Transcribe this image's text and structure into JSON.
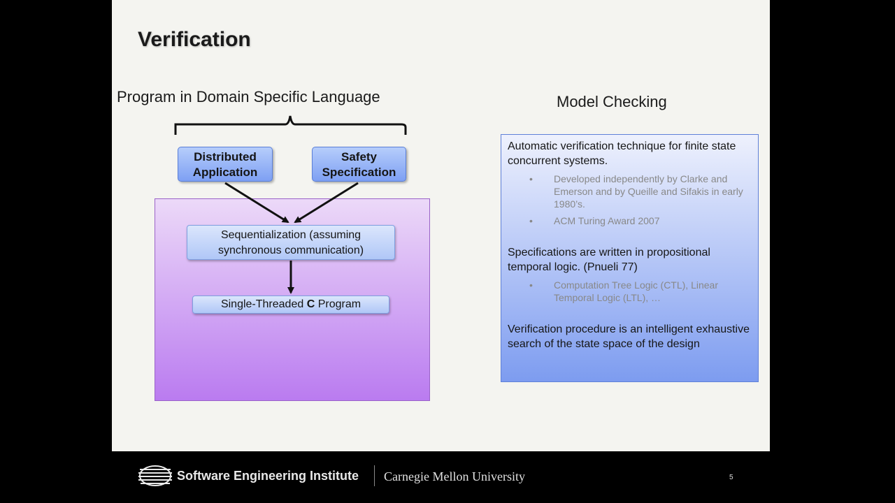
{
  "slide": {
    "title": "Verification",
    "left": {
      "dsl_label": "Program in Domain Specific Language",
      "distributed": {
        "line1": "Distributed",
        "line2": "Application"
      },
      "safety": {
        "line1": "Safety",
        "line2": "Specification"
      },
      "seq": {
        "line1": "Sequentialization (assuming",
        "line2": "synchronous communication)"
      },
      "program": {
        "pre": "Single-Threaded ",
        "bold": "C",
        "post": " Program"
      }
    },
    "right": {
      "title": "Model Checking",
      "items": [
        {
          "text": "Automatic verification technique  for finite state concurrent systems.",
          "subs": [
            "Developed independently by Clarke and Emerson and by Queille and Sifakis in early 1980’s.",
            "ACM Turing Award 2007"
          ]
        },
        {
          "text": "Specifications are written in propositional temporal logic. (Pnueli 77)",
          "subs": [
            "Computation Tree Logic (CTL), Linear Temporal Logic (LTL), …"
          ]
        },
        {
          "text": "Verification procedure is an intelligent exhaustive search of the state space of the design",
          "subs": []
        }
      ],
      "bullet": "•"
    }
  },
  "footer": {
    "sei": "Software Engineering Institute",
    "cmu": "Carnegie Mellon University",
    "page": "5"
  }
}
